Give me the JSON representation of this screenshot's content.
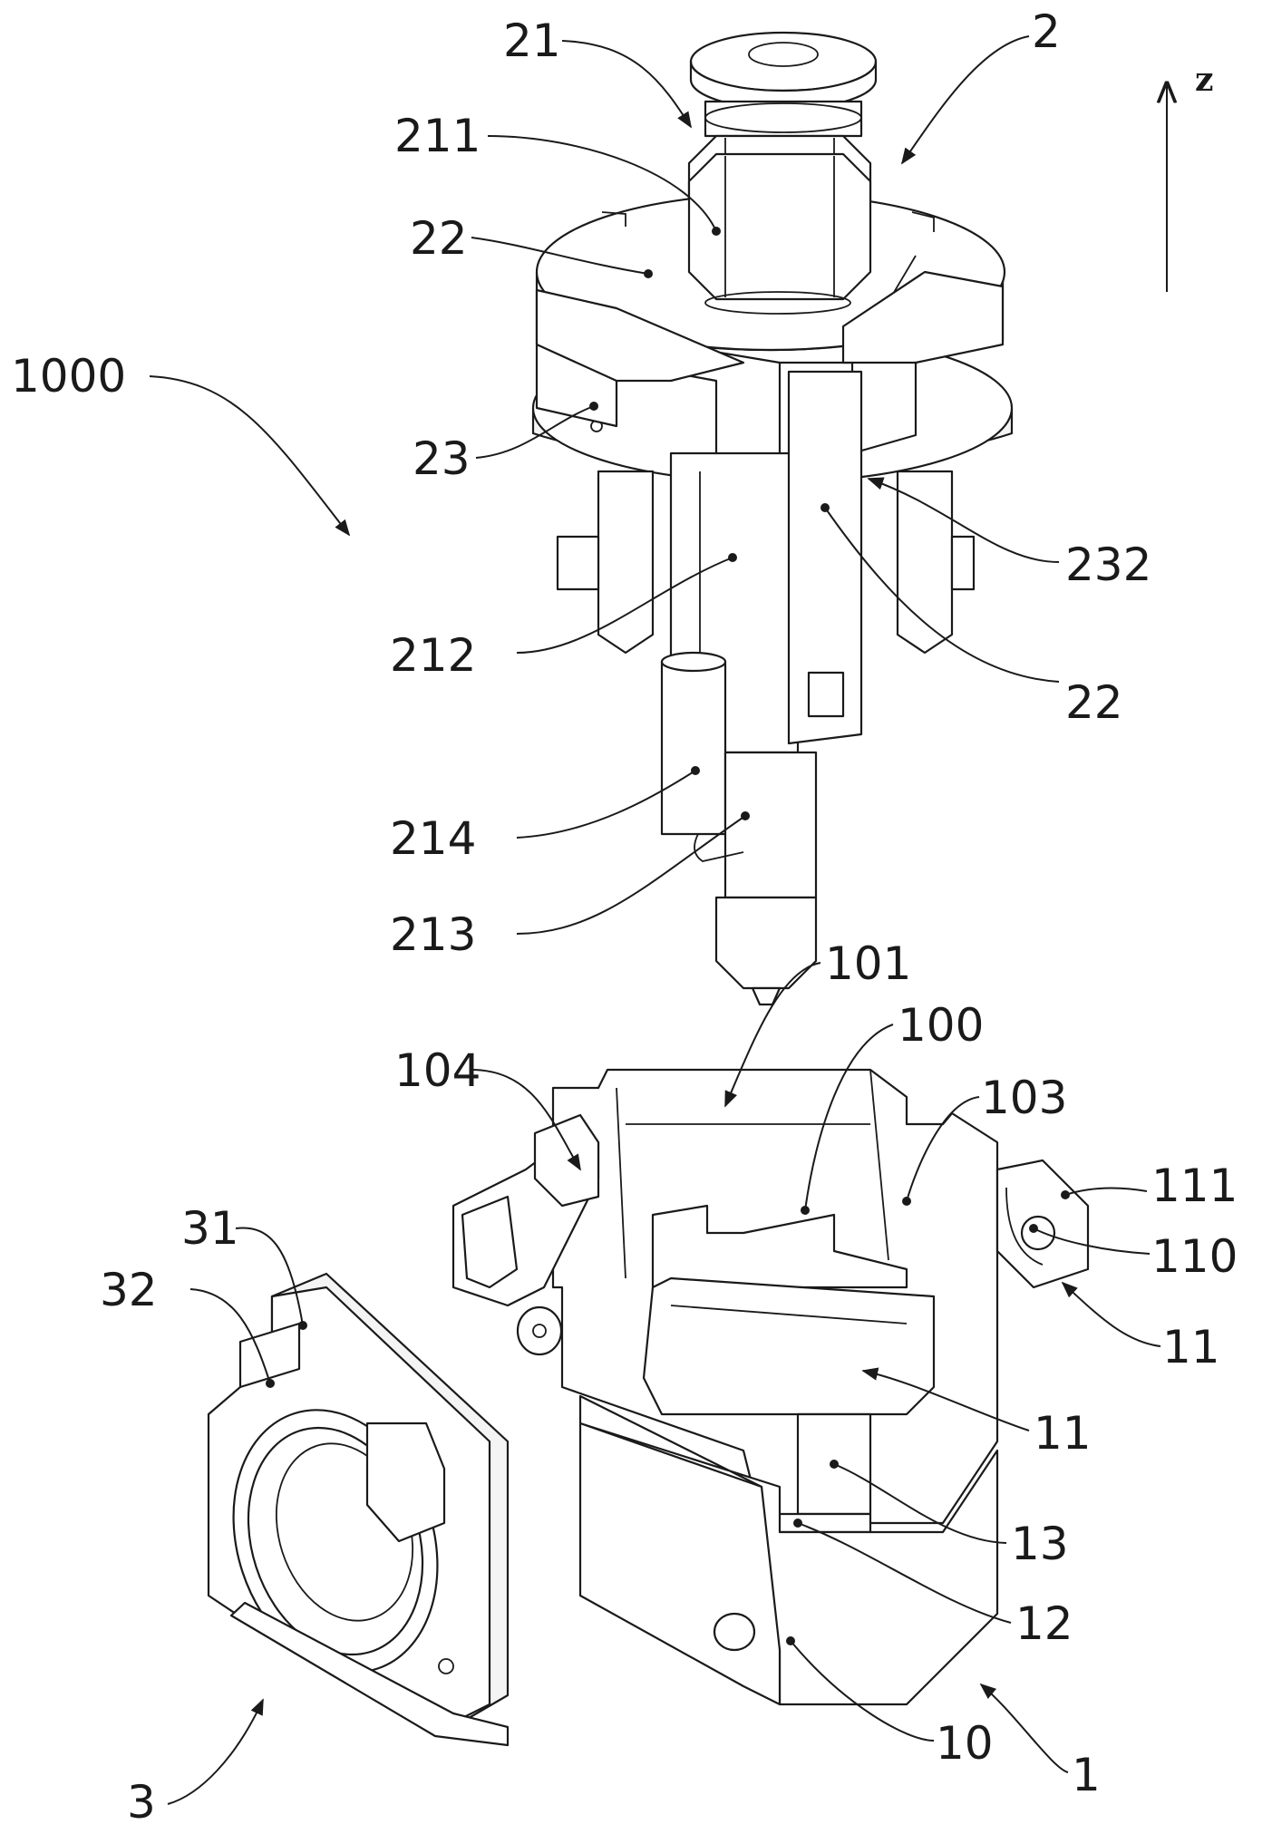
{
  "figure": {
    "axis": {
      "label": "z"
    },
    "labels": {
      "assembly": "1000",
      "base_assembly": "1",
      "hotend_assembly": "2",
      "fan_assembly": "3",
      "feed_connector": "21",
      "connector_nut": "211",
      "throat_tube": "212",
      "heater_block": "213",
      "heater_cartridge": "214",
      "clip_top": "22",
      "clip_side": "22",
      "mount_plate": "23",
      "plate_notch": "232",
      "housing_body": "10",
      "cavity": "100",
      "cavity_top": "101",
      "inner_wall": "103",
      "side_slot": "104",
      "latch_right": "11",
      "latch_front": "11",
      "lug_hole": "110",
      "lug": "111",
      "lower_step": "12",
      "lower_slot": "13",
      "fan_frame": "31",
      "fan_cover": "32"
    }
  }
}
